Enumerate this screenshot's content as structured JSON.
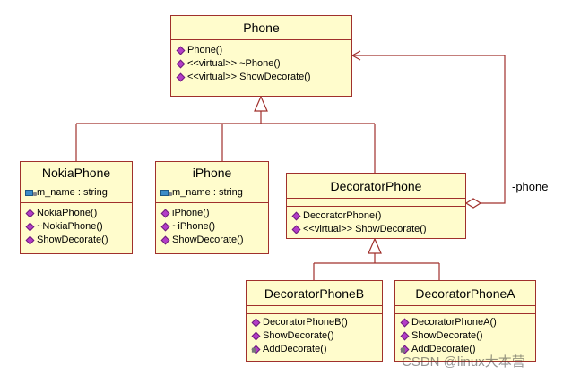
{
  "classes": {
    "phone": {
      "name": "Phone",
      "operations": [
        "Phone()",
        "<<virtual>> ~Phone()",
        "<<virtual>> ShowDecorate()"
      ]
    },
    "nokia": {
      "name": "NokiaPhone",
      "attributes": [
        "m_name : string"
      ],
      "operations": [
        "NokiaPhone()",
        "~NokiaPhone()",
        "ShowDecorate()"
      ]
    },
    "iphone": {
      "name": "iPhone",
      "attributes": [
        "m_name : string"
      ],
      "operations": [
        "iPhone()",
        "~iPhone()",
        "ShowDecorate()"
      ]
    },
    "decorator": {
      "name": "DecoratorPhone",
      "operations": [
        "DecoratorPhone()",
        "<<virtual>> ShowDecorate()"
      ]
    },
    "decoratorB": {
      "name": "DecoratorPhoneB",
      "operations": [
        "DecoratorPhoneB()",
        "ShowDecorate()",
        "AddDecorate()"
      ]
    },
    "decoratorA": {
      "name": "DecoratorPhoneA",
      "operations": [
        "DecoratorPhoneA()",
        "ShowDecorate()",
        "AddDecorate()"
      ]
    }
  },
  "association_label": "-phone",
  "watermark": "CSDN @linux大本营",
  "colors": {
    "class_fill": "#fffccc",
    "class_border": "#a0302c",
    "edge": "#a0302c",
    "operation_icon": "#b43cc8",
    "attribute_icon": "#3c8cc8"
  }
}
